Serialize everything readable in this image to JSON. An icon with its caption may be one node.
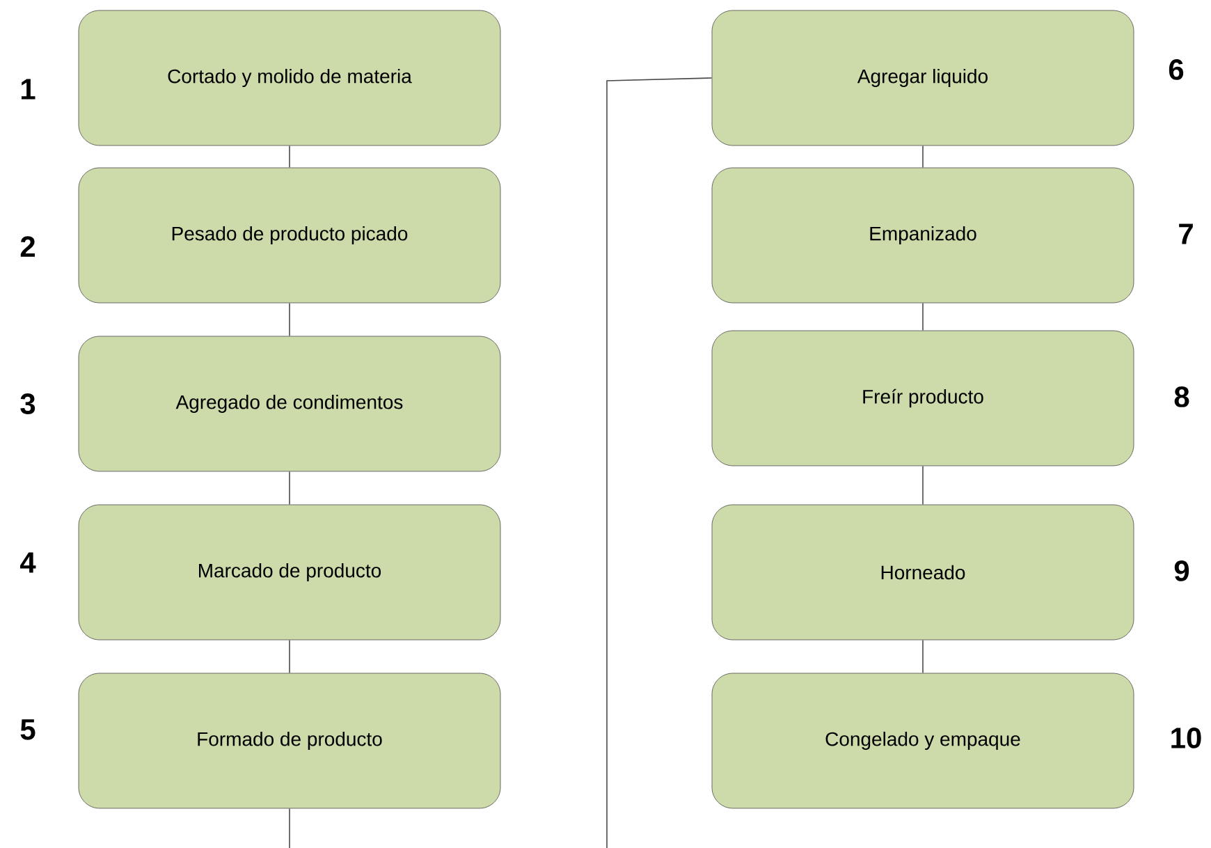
{
  "diagram": {
    "nodes": [
      {
        "text": [
          "Cortado y molido de materia"
        ],
        "beside": [
          "1"
        ]
      },
      {
        "text": [
          "Pesado de producto picado"
        ],
        "beside": [
          "2"
        ]
      },
      {
        "text": [
          "Agregado de condimentos"
        ],
        "beside": [
          "3"
        ]
      },
      {
        "text": [
          "Marcado de producto"
        ],
        "beside": [
          "4"
        ]
      },
      {
        "text": [
          "Formado de producto"
        ],
        "beside": [
          "5"
        ]
      },
      {
        "text": [
          "Agregar liquido"
        ],
        "beside": [
          "6"
        ]
      },
      {
        "text": [
          "Empanizado"
        ],
        "beside": [
          "7"
        ]
      },
      {
        "text": [
          "Freír producto"
        ],
        "beside": [
          "8"
        ]
      },
      {
        "text": [
          "Horneado"
        ],
        "beside": [
          "9"
        ]
      },
      {
        "text": [
          "Congelado y empaque"
        ],
        "beside": [
          "10"
        ]
      }
    ],
    "edges": [
      {
        "from": 0,
        "to": 1,
        "arrow": "none"
      },
      {
        "from": 1,
        "to": 2,
        "arrow": "none"
      },
      {
        "from": 2,
        "to": 3,
        "arrow": "none"
      },
      {
        "from": 3,
        "to": 4,
        "arrow": "none"
      },
      {
        "from": 4,
        "to": 5,
        "arrow": "none"
      },
      {
        "from": 5,
        "to": 6,
        "arrow": "none"
      },
      {
        "from": 6,
        "to": 7,
        "arrow": "none"
      },
      {
        "from": 7,
        "to": 8,
        "arrow": "none"
      },
      {
        "from": 8,
        "to": 9,
        "arrow": "none"
      }
    ]
  }
}
